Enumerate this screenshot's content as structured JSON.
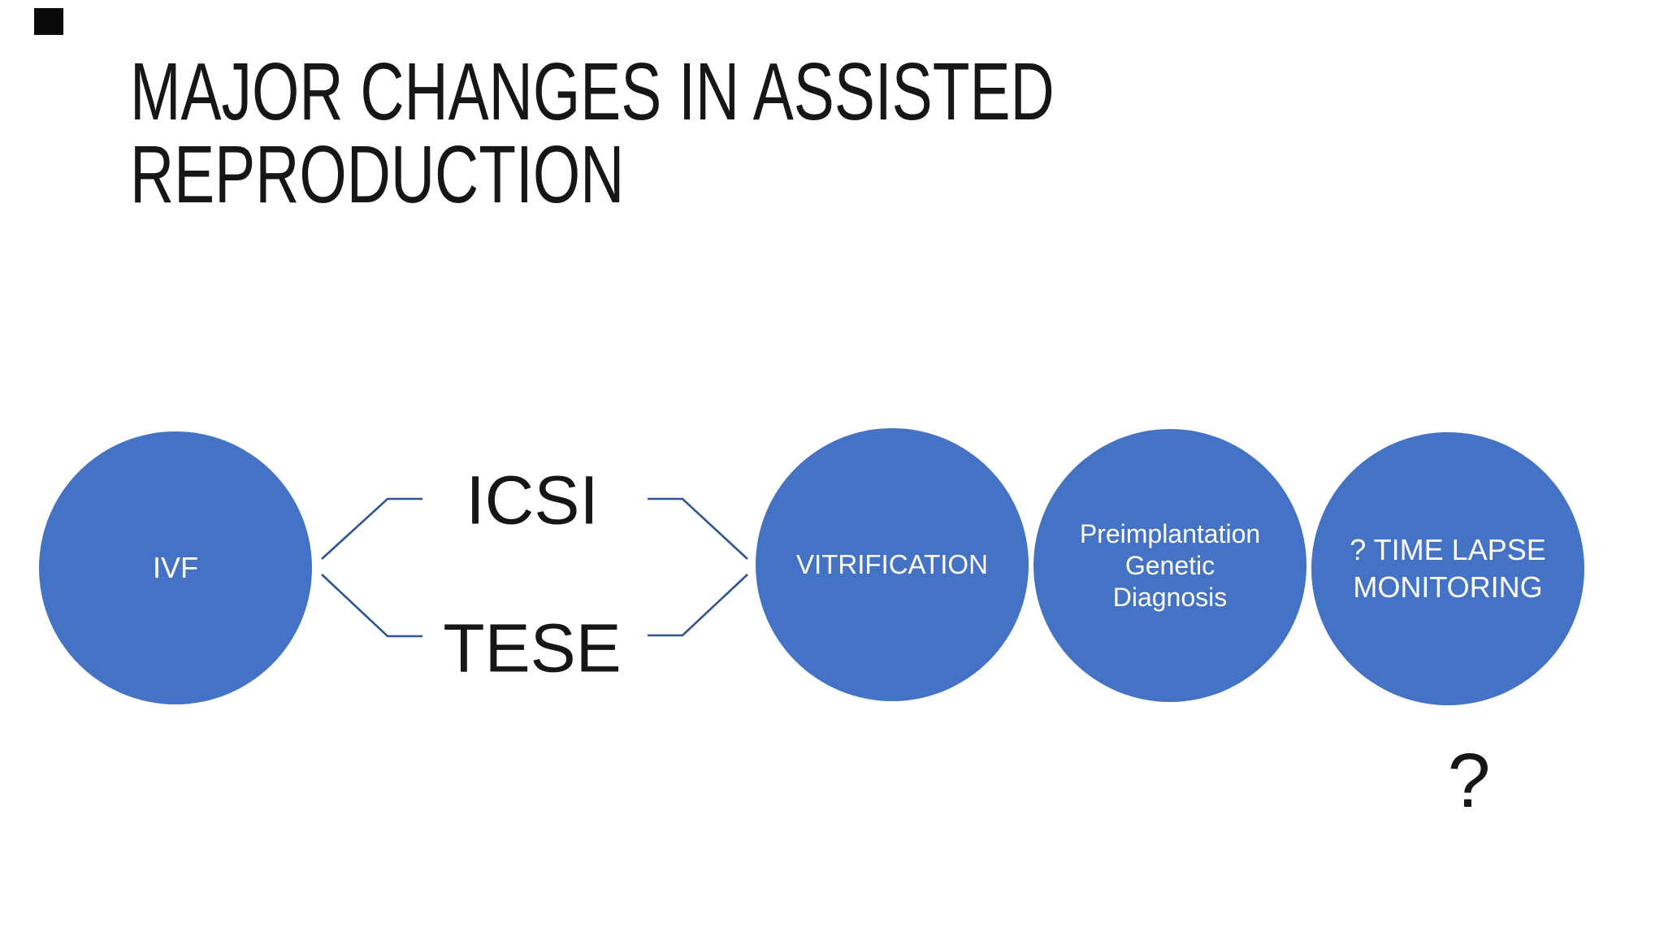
{
  "slide": {
    "title": "MAJOR CHANGES IN ASSISTED REPRODUCTION"
  },
  "diagram": {
    "nodes": [
      {
        "id": "ivf",
        "label": "IVF"
      },
      {
        "id": "vitrification",
        "label": "VITRIFICATION"
      },
      {
        "id": "pgd",
        "label": "Preimplantation Genetic Diagnosis"
      },
      {
        "id": "tlm",
        "label": "? TIME LAPSE MONITORING"
      }
    ],
    "branch_labels": [
      {
        "id": "icsi",
        "label": "ICSI"
      },
      {
        "id": "tese",
        "label": "TESE"
      }
    ],
    "footnote_question_mark": "?"
  },
  "colors": {
    "node_fill": "#4472C4",
    "node_text": "#FFFFFF",
    "connector": "#2F5496",
    "title_text": "#161616",
    "background": "#FFFFFF"
  }
}
